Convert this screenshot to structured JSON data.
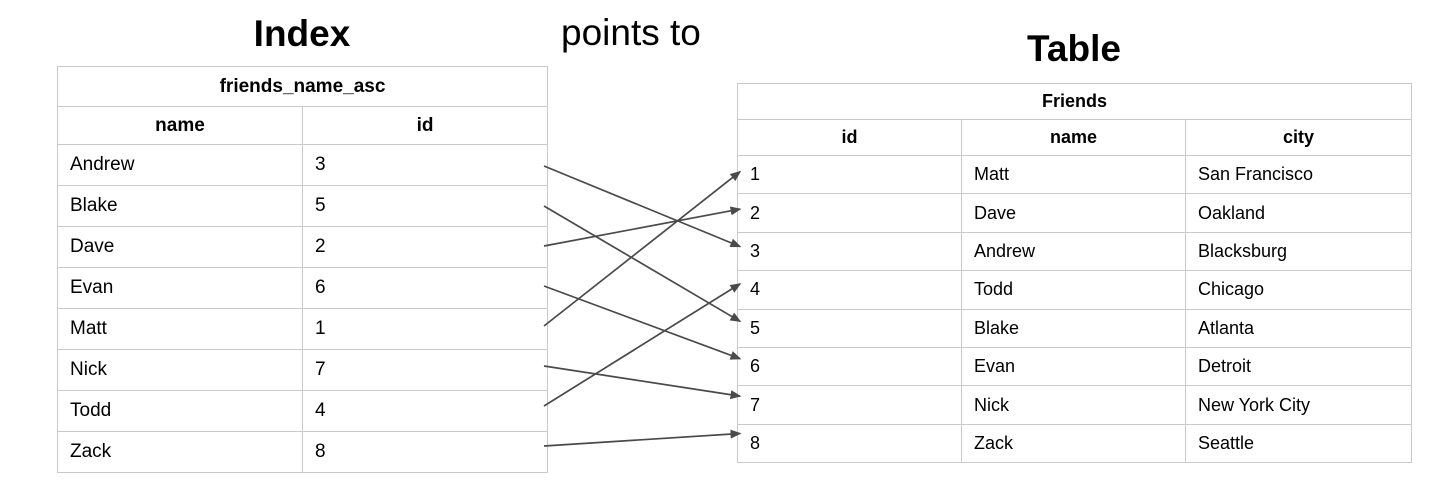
{
  "titles": {
    "index": "Index",
    "relation": "points to",
    "table": "Table"
  },
  "index_table": {
    "header": "friends_name_asc",
    "columns": [
      "name",
      "id"
    ],
    "rows": [
      {
        "name": "Andrew",
        "id": "3"
      },
      {
        "name": "Blake",
        "id": "5"
      },
      {
        "name": "Dave",
        "id": "2"
      },
      {
        "name": "Evan",
        "id": "6"
      },
      {
        "name": "Matt",
        "id": "1"
      },
      {
        "name": "Nick",
        "id": "7"
      },
      {
        "name": "Todd",
        "id": "4"
      },
      {
        "name": "Zack",
        "id": "8"
      }
    ]
  },
  "friends_table": {
    "header": "Friends",
    "columns": [
      "id",
      "name",
      "city"
    ],
    "rows": [
      {
        "id": "1",
        "name": "Matt",
        "city": "San Francisco"
      },
      {
        "id": "2",
        "name": "Dave",
        "city": "Oakland"
      },
      {
        "id": "3",
        "name": "Andrew",
        "city": "Blacksburg"
      },
      {
        "id": "4",
        "name": "Todd",
        "city": "Chicago"
      },
      {
        "id": "5",
        "name": "Blake",
        "city": "Atlanta"
      },
      {
        "id": "6",
        "name": "Evan",
        "city": "Detroit"
      },
      {
        "id": "7",
        "name": "Nick",
        "city": "New York City"
      },
      {
        "id": "8",
        "name": "Zack",
        "city": "Seattle"
      }
    ]
  },
  "colors": {
    "arrow": "#4a4a4a",
    "table_border": "#c9c9c9",
    "text": "#000000"
  }
}
